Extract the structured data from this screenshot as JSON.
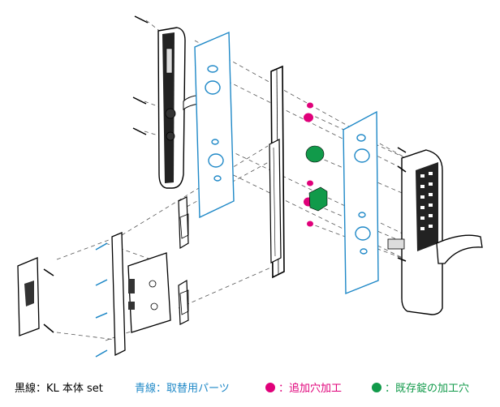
{
  "colors": {
    "body_set": "#000000",
    "replacement_parts": "#1e88c7",
    "additional_hole": "#e0007a",
    "existing_lock_hole": "#119a4a"
  },
  "legend": {
    "black": "黒線：KL 本体 set",
    "blue": "青線：取替用パーツ",
    "magenta": "：追加穴加工",
    "green": "：既存錠の加工穴"
  }
}
